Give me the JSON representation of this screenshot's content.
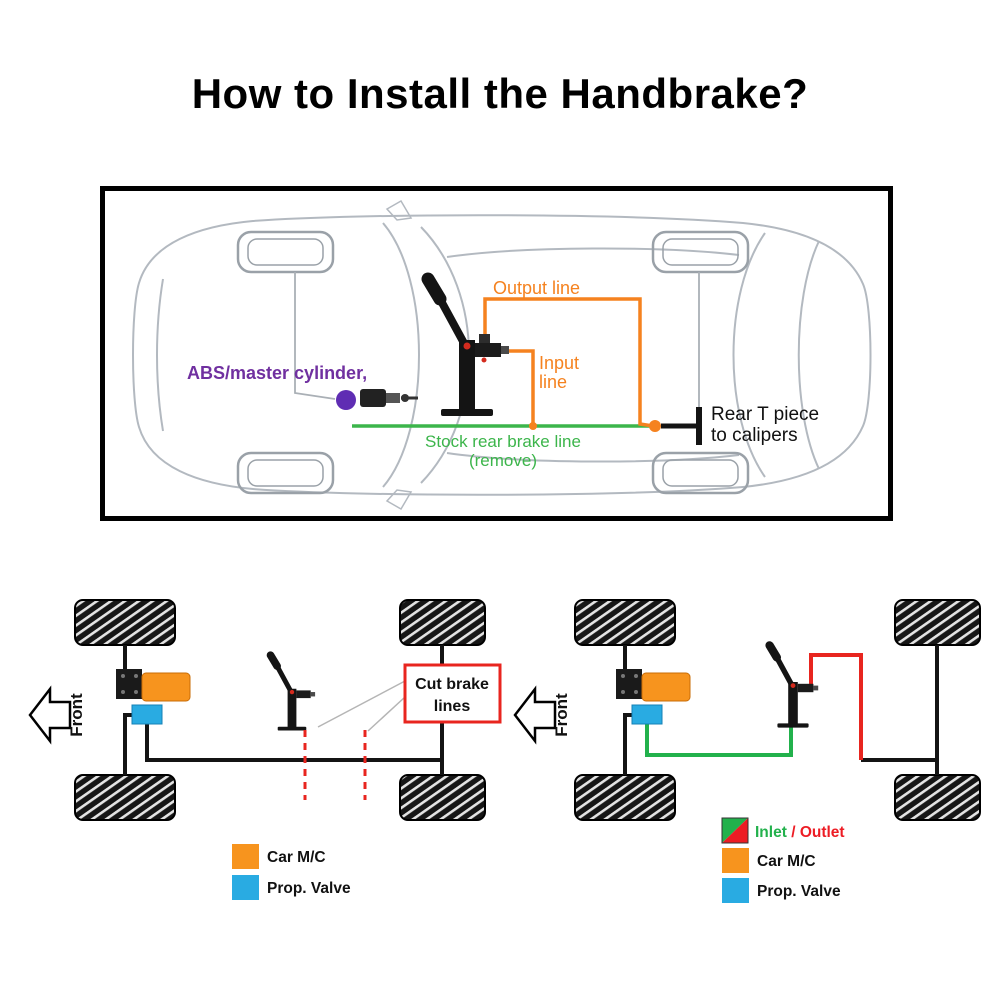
{
  "title": "How to Install the Handbrake?",
  "colors": {
    "line_orange": "#F5821F",
    "line_green": "#3CB54B",
    "line_red": "#E8251F",
    "purple_label": "#7030A0",
    "purple_dot": "#5F2DB3",
    "legend_orange": "#F7941E",
    "legend_blue": "#29ABE2",
    "legend_green": "#22B14C",
    "legend_red": "#ED1C24"
  },
  "top_diagram": {
    "output_line_label": "Output line",
    "input_line_label_line1": "Input",
    "input_line_label_line2": "line",
    "abs_master_cylinder_label": "ABS/master cylinder,",
    "rear_t_piece_label_line1": "Rear T piece",
    "rear_t_piece_label_line2": "to calipers",
    "stock_line_label_line1": "Stock rear brake line",
    "stock_line_label_line2": "(remove)"
  },
  "bottom_left_diagram": {
    "front_label": "Front",
    "cut_brake_lines_label_line1": "Cut brake",
    "cut_brake_lines_label_line2": "lines",
    "legend": {
      "car_mc": "Car M/C",
      "prop_valve": "Prop. Valve"
    }
  },
  "bottom_right_diagram": {
    "front_label": "Front",
    "legend": {
      "inlet": "Inlet",
      "slash": "/",
      "outlet": "Outlet",
      "car_mc": "Car M/C",
      "prop_valve": "Prop. Valve"
    }
  }
}
